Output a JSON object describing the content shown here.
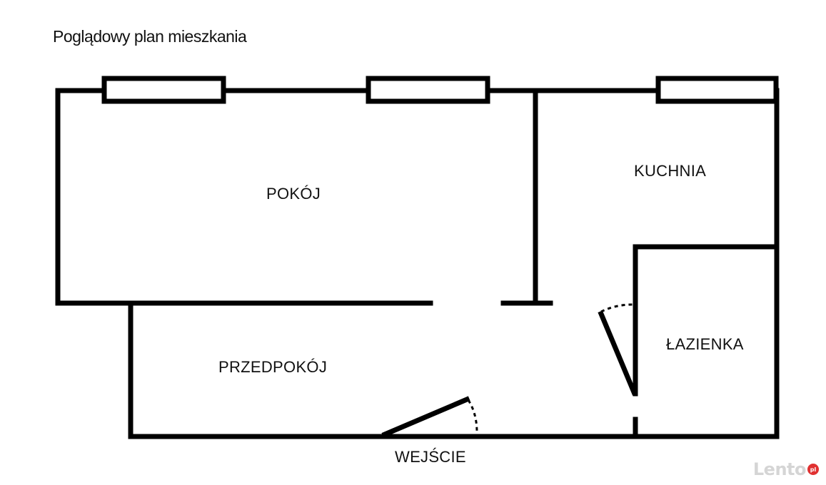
{
  "title": "Poglądowy plan mieszkania",
  "rooms": {
    "pokoj": "POKÓJ",
    "kuchnia": "KUCHNIA",
    "lazienka": "ŁAZIENKA",
    "przedpokoj": "PRZEDPOKÓJ"
  },
  "entrance_label": "WEJŚCIE",
  "watermark": {
    "text": "Lento",
    "badge": "pl"
  },
  "colors": {
    "wall": "#000000",
    "background": "#ffffff",
    "watermark_text": "#d5d5d5",
    "watermark_badge": "#e03131"
  }
}
